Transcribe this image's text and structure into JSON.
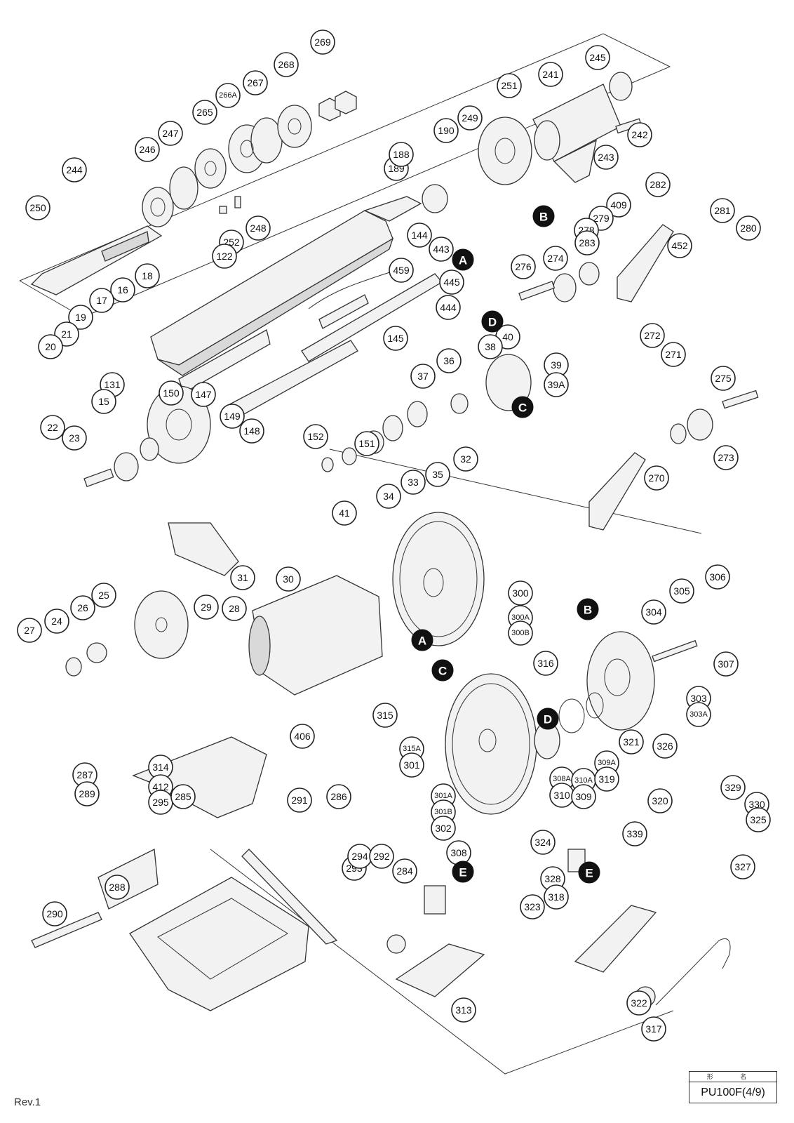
{
  "revision": "Rev.1",
  "model_box": {
    "header": "形 名",
    "model": "PU100F(4/9)"
  },
  "part_numbers": [
    {
      "id": "269"
    },
    {
      "id": "268"
    },
    {
      "id": "267"
    },
    {
      "id": "266A"
    },
    {
      "id": "265"
    },
    {
      "id": "247"
    },
    {
      "id": "246"
    },
    {
      "id": "244"
    },
    {
      "id": "250"
    },
    {
      "id": "248"
    },
    {
      "id": "252"
    },
    {
      "id": "245"
    },
    {
      "id": "241"
    },
    {
      "id": "251"
    },
    {
      "id": "249"
    },
    {
      "id": "190"
    },
    {
      "id": "189"
    },
    {
      "id": "188"
    },
    {
      "id": "242"
    },
    {
      "id": "243"
    },
    {
      "id": "282"
    },
    {
      "id": "409"
    },
    {
      "id": "279"
    },
    {
      "id": "278"
    },
    {
      "id": "283"
    },
    {
      "id": "274"
    },
    {
      "id": "276"
    },
    {
      "id": "452"
    },
    {
      "id": "281"
    },
    {
      "id": "280"
    },
    {
      "id": "272"
    },
    {
      "id": "271"
    },
    {
      "id": "122"
    },
    {
      "id": "144"
    },
    {
      "id": "443"
    },
    {
      "id": "459"
    },
    {
      "id": "445"
    },
    {
      "id": "444"
    },
    {
      "id": "145"
    },
    {
      "id": "131"
    },
    {
      "id": "150"
    },
    {
      "id": "147"
    },
    {
      "id": "149"
    },
    {
      "id": "148"
    },
    {
      "id": "152"
    },
    {
      "id": "151"
    },
    {
      "id": "40"
    },
    {
      "id": "39"
    },
    {
      "id": "39A"
    },
    {
      "id": "38"
    },
    {
      "id": "36"
    },
    {
      "id": "37"
    },
    {
      "id": "32"
    },
    {
      "id": "35"
    },
    {
      "id": "33"
    },
    {
      "id": "34"
    },
    {
      "id": "41"
    },
    {
      "id": "18"
    },
    {
      "id": "16"
    },
    {
      "id": "17"
    },
    {
      "id": "19"
    },
    {
      "id": "21"
    },
    {
      "id": "20"
    },
    {
      "id": "15"
    },
    {
      "id": "22"
    },
    {
      "id": "23"
    },
    {
      "id": "30"
    },
    {
      "id": "31"
    },
    {
      "id": "28"
    },
    {
      "id": "29"
    },
    {
      "id": "25"
    },
    {
      "id": "26"
    },
    {
      "id": "24"
    },
    {
      "id": "27"
    },
    {
      "id": "275"
    },
    {
      "id": "273"
    },
    {
      "id": "270"
    },
    {
      "id": "300"
    },
    {
      "id": "300A"
    },
    {
      "id": "300B"
    },
    {
      "id": "306"
    },
    {
      "id": "305"
    },
    {
      "id": "304"
    },
    {
      "id": "307"
    },
    {
      "id": "303"
    },
    {
      "id": "303A"
    },
    {
      "id": "316"
    },
    {
      "id": "315"
    },
    {
      "id": "315A"
    },
    {
      "id": "301"
    },
    {
      "id": "301A"
    },
    {
      "id": "301B"
    },
    {
      "id": "302"
    },
    {
      "id": "308"
    },
    {
      "id": "308A"
    },
    {
      "id": "310"
    },
    {
      "id": "310A"
    },
    {
      "id": "309"
    },
    {
      "id": "309A"
    },
    {
      "id": "319"
    },
    {
      "id": "321"
    },
    {
      "id": "326"
    },
    {
      "id": "320"
    },
    {
      "id": "324"
    },
    {
      "id": "339"
    },
    {
      "id": "329"
    },
    {
      "id": "330"
    },
    {
      "id": "325"
    },
    {
      "id": "327"
    },
    {
      "id": "328"
    },
    {
      "id": "318"
    },
    {
      "id": "323"
    },
    {
      "id": "322"
    },
    {
      "id": "317"
    },
    {
      "id": "313"
    },
    {
      "id": "314"
    },
    {
      "id": "412"
    },
    {
      "id": "295"
    },
    {
      "id": "406"
    },
    {
      "id": "291"
    },
    {
      "id": "286"
    },
    {
      "id": "287"
    },
    {
      "id": "289"
    },
    {
      "id": "285"
    },
    {
      "id": "288"
    },
    {
      "id": "290"
    },
    {
      "id": "293"
    },
    {
      "id": "294"
    },
    {
      "id": "292"
    },
    {
      "id": "284"
    }
  ],
  "reference_markers": [
    {
      "id": "A"
    },
    {
      "id": "B"
    },
    {
      "id": "C"
    },
    {
      "id": "D"
    },
    {
      "id": "B"
    },
    {
      "id": "A"
    },
    {
      "id": "C"
    },
    {
      "id": "D"
    },
    {
      "id": "E"
    },
    {
      "id": "E"
    }
  ]
}
